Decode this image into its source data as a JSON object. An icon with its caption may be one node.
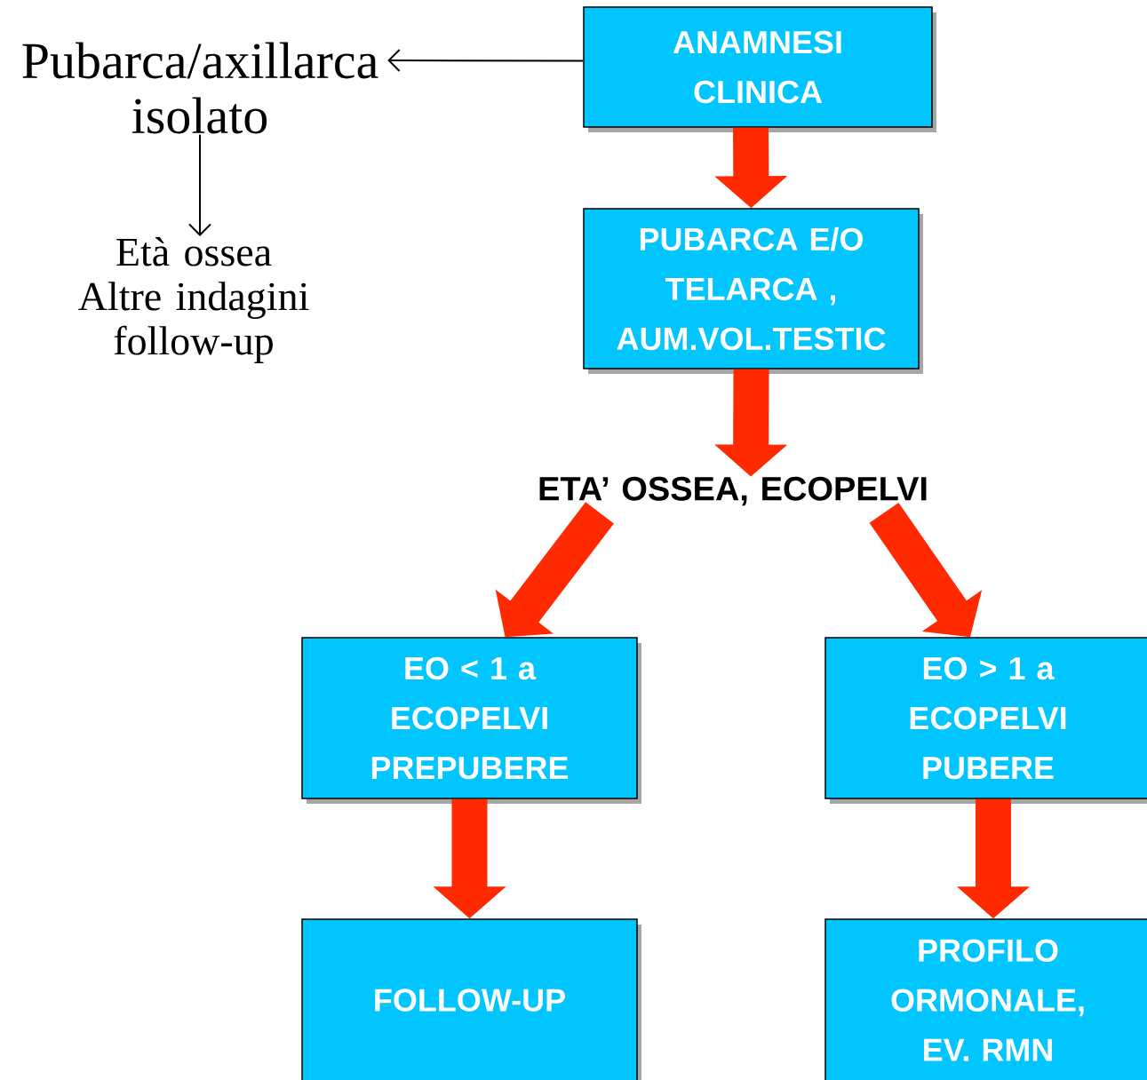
{
  "diagram": {
    "nodes": [
      {
        "text": [
          "Pubarca/axillarca isolato"
        ]
      },
      {
        "text": [
          "ANAMNESI CLINICA"
        ]
      },
      {
        "text": [
          "Età ossea Altre indagini follow-up"
        ]
      },
      {
        "text": [
          "PUBARCA E/O TELARCA , AUM.VOL.TESTIC"
        ]
      },
      {
        "text": [
          "ETA’ OSSEA, ECOPELVI"
        ]
      },
      {
        "text": [
          "EO < 1 a ECOPELVI PREPUBERE"
        ]
      },
      {
        "text": [
          "EO > 1 a ECOPELVI PUBERE"
        ]
      },
      {
        "text": [
          "FOLLOW-UP"
        ]
      },
      {
        "text": [
          "PROFILO ORMONALE, EV. RMN"
        ]
      }
    ],
    "edges": [
      {
        "from": 1,
        "to": 0,
        "arrow": "to",
        "color": "#000000"
      },
      {
        "from": 0,
        "to": 2,
        "arrow": "to",
        "color": "#000000"
      },
      {
        "from": 1,
        "to": 3,
        "arrow": "to"
      },
      {
        "from": 3,
        "to": 4,
        "arrow": "to"
      },
      {
        "from": 4,
        "to": 5,
        "arrow": "to"
      },
      {
        "from": 4,
        "to": 6,
        "arrow": "to"
      },
      {
        "from": 5,
        "to": 7,
        "arrow": "to"
      },
      {
        "from": 6,
        "to": 8,
        "arrow": "to"
      }
    ]
  }
}
